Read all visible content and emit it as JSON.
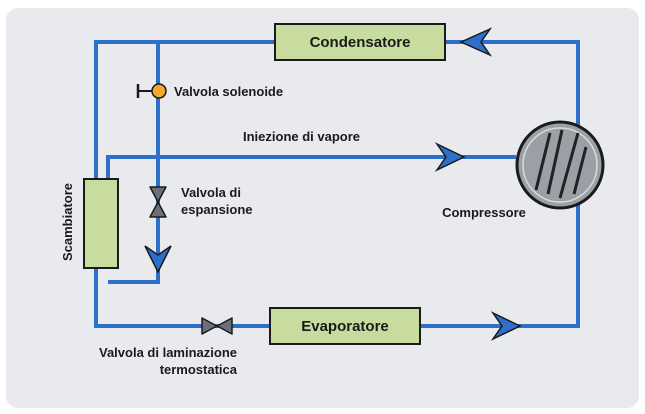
{
  "diagram": {
    "colors": {
      "background": "#e8eaee",
      "pipe": "#2e6fc9",
      "component_fill": "#c8dca0",
      "component_stroke": "#1a1a1a",
      "solenoid_fill": "#f0a830",
      "compressor_fill": "#9aa0a6"
    },
    "components": {
      "condenser": "Condensatore",
      "evaporator": "Evaporatore",
      "exchanger": "Scambiatore",
      "compressor": "Compressore"
    },
    "labels": {
      "solenoid_valve": "Valvola solenoide",
      "vapor_injection": "Iniezione di vapore",
      "expansion_valve_line1": "Valvola di",
      "expansion_valve_line2": "espansione",
      "lamination_valve_line1": "Valvola di laminazione",
      "lamination_valve_line2": "termostatica"
    }
  }
}
